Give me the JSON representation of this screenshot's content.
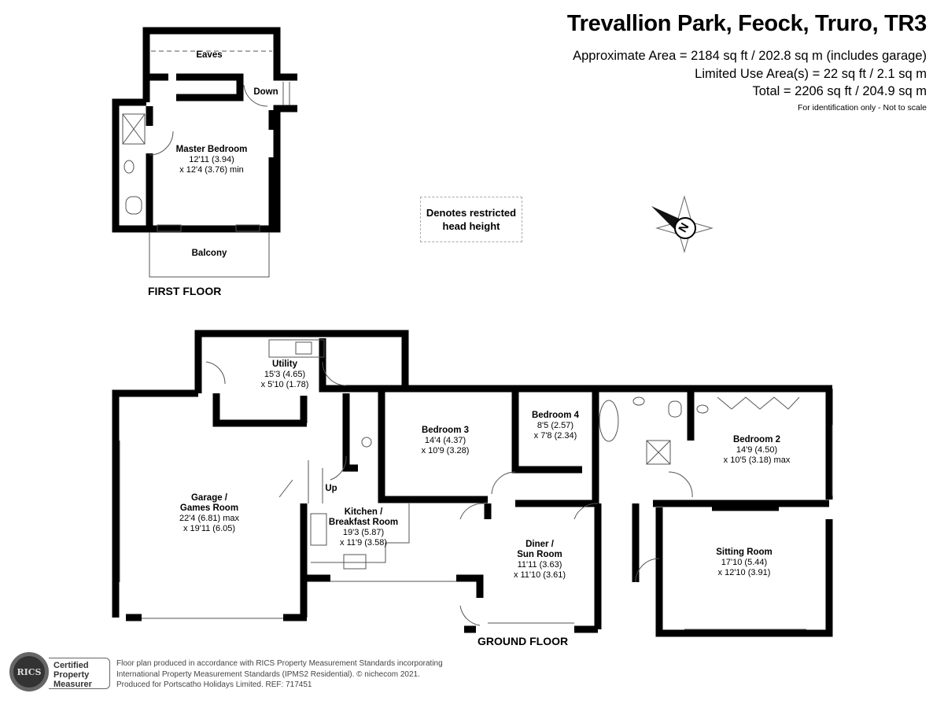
{
  "header": {
    "title": "Trevallion Park, Feock, Truro, TR3",
    "approx_area": "Approximate Area = 2184 sq ft / 202.8 sq m (includes garage)",
    "limited_area": "Limited Use Area(s) = 22 sq ft / 2.1 sq m",
    "total": "Total = 2206 sq ft / 204.9 sq m",
    "note": "For identification only - Not to scale"
  },
  "legend": {
    "line1": "Denotes restricted",
    "line2": "head height"
  },
  "compass": {
    "label": "N"
  },
  "first_floor": {
    "label": "FIRST FLOOR",
    "eaves": "Eaves",
    "down": "Down",
    "balcony": "Balcony",
    "master": {
      "name": "Master Bedroom",
      "dim1": "12'11 (3.94)",
      "dim2": "x 12'4 (3.76) min"
    }
  },
  "ground_floor": {
    "label": "GROUND FLOOR",
    "up": "Up",
    "rooms": [
      {
        "name": "Utility",
        "dim1": "15'3 (4.65)",
        "dim2": "x 5'10 (1.78)"
      },
      {
        "name": "Garage /",
        "name2": "Games Room",
        "dim1": "22'4 (6.81) max",
        "dim2": "x 19'11 (6.05)"
      },
      {
        "name": "Kitchen /",
        "name2": "Breakfast Room",
        "dim1": "19'3 (5.87)",
        "dim2": "x 11'9 (3.58)"
      },
      {
        "name": "Bedroom 3",
        "dim1": "14'4 (4.37)",
        "dim2": "x 10'9 (3.28)"
      },
      {
        "name": "Bedroom 4",
        "dim1": "8'5 (2.57)",
        "dim2": "x 7'8 (2.34)"
      },
      {
        "name": "Bedroom 2",
        "dim1": "14'9 (4.50)",
        "dim2": "x 10'5 (3.18) max"
      },
      {
        "name": "Diner /",
        "name2": "Sun Room",
        "dim1": "11'11 (3.63)",
        "dim2": "x 11'10 (3.61)"
      },
      {
        "name": "Sitting Room",
        "dim1": "17'10 (5.44)",
        "dim2": "x 12'10 (3.91)"
      }
    ]
  },
  "footer": {
    "badge": [
      "Certified",
      "Property",
      "Measurer"
    ],
    "logo_text": "RICS",
    "line1": "Floor plan produced in accordance with RICS Property Measurement Standards incorporating",
    "line2": "International Property Measurement Standards (IPMS2 Residential).   © nichecom 2021.",
    "line3": "Produced for Portscatho Holidays Limited.   REF:  717451"
  }
}
